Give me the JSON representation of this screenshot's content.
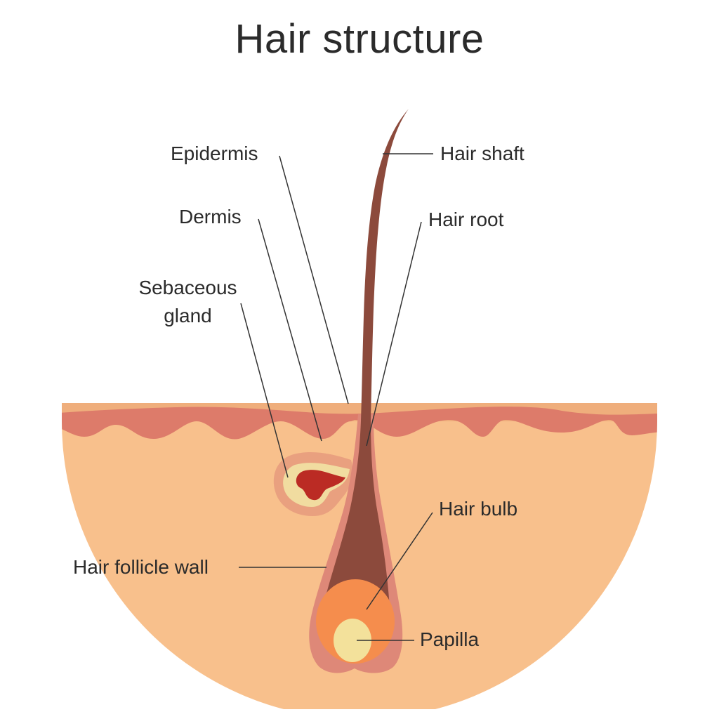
{
  "title": "Hair structure",
  "labels": {
    "epidermis": "Epidermis",
    "dermis": "Dermis",
    "sebaceous_line1": "Sebaceous",
    "sebaceous_line2": "gland",
    "hair_shaft": "Hair shaft",
    "hair_root": "Hair root",
    "hair_bulb": "Hair bulb",
    "hair_follicle_wall": "Hair follicle wall",
    "papilla": "Papilla"
  },
  "colors": {
    "skin_base": "#f8c08c",
    "epidermis_top": "#efae7c",
    "dermis_band": "#dd7b6a",
    "hair": "#8c4a3c",
    "follicle_wall": "#de8878",
    "sebaceous_outer": "#e9a07f",
    "sebaceous_mid": "#f1dca0",
    "sebaceous_inner": "#bb2b24",
    "bulb": "#f58d4d",
    "papilla": "#f3e19b",
    "leader_line": "#333333",
    "text": "#2b2b2b"
  }
}
